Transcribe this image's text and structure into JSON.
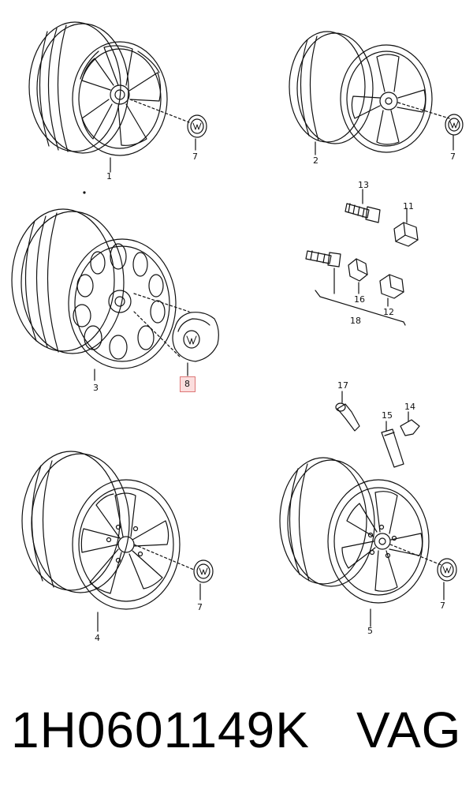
{
  "labels": {
    "wheel_1": "1",
    "wheel_2": "2",
    "wheel_3": "3",
    "wheel_4": "4",
    "wheel_5": "5",
    "cap_a": "7",
    "cap_b": "7",
    "cap_c": "7",
    "cap_d": "7",
    "hub_cap_8": "8",
    "bolt_13": "13",
    "nut_11": "11",
    "bolt_16": "16",
    "nut_12": "12",
    "set_18": "18",
    "valve_17": "17",
    "weight_15": "15",
    "weight_14": "14"
  },
  "footer": {
    "part_number": "1H0601149K",
    "brand": "VAG"
  },
  "colors": {
    "line": "#111111",
    "highlight_fill": "#fbdede",
    "highlight_border": "#dd7777"
  }
}
